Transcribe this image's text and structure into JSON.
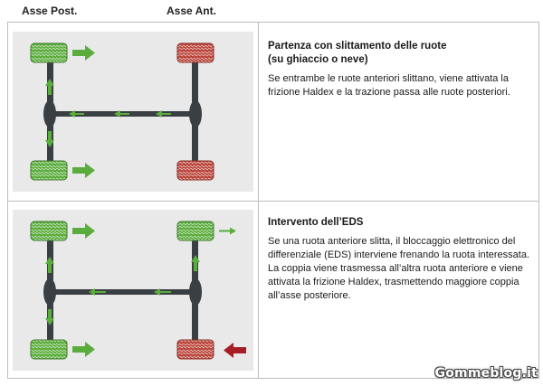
{
  "headers": {
    "rear_axle": "Asse Post.",
    "front_axle": "Asse Ant."
  },
  "rows": [
    {
      "title_line1": "Partenza con slittamento delle ruote",
      "title_line2": "(su ghiaccio o neve)",
      "body": "Se entrambe le ruote anteriori slittano, viene attivata la frizione Haldex e la trazione passa alle ruote posteriori."
    },
    {
      "title_line1": "Intervento dell’EDS",
      "title_line2": "",
      "body": "Se una ruota anteriore slitta, il bloccaggio elettronico del differenziale (EDS) interviene frenando la ruota interessata. La coppia viene trasmessa all’altra ruota anteriore e viene attivata la frizione Haldex, trasmettendo maggiore coppia all’asse posteriore."
    }
  ],
  "diagrams": [
    {
      "rear_wheels": "green",
      "front_left": "red",
      "front_right": "red",
      "front_left_arrow": "none",
      "front_right_arrow": "none"
    },
    {
      "rear_wheels": "green",
      "front_left": "green",
      "front_right": "red",
      "front_left_arrow": "green-thin",
      "front_right_arrow": "brake-red"
    }
  ],
  "watermark": "Gommeblog.it",
  "colors": {
    "panel_bg": "#e9e9ea",
    "traction_green": "#5aac3c",
    "slipping_red": "#b9443a",
    "shaft": "#3a3f44",
    "brake_arrow": "#a81c24"
  }
}
